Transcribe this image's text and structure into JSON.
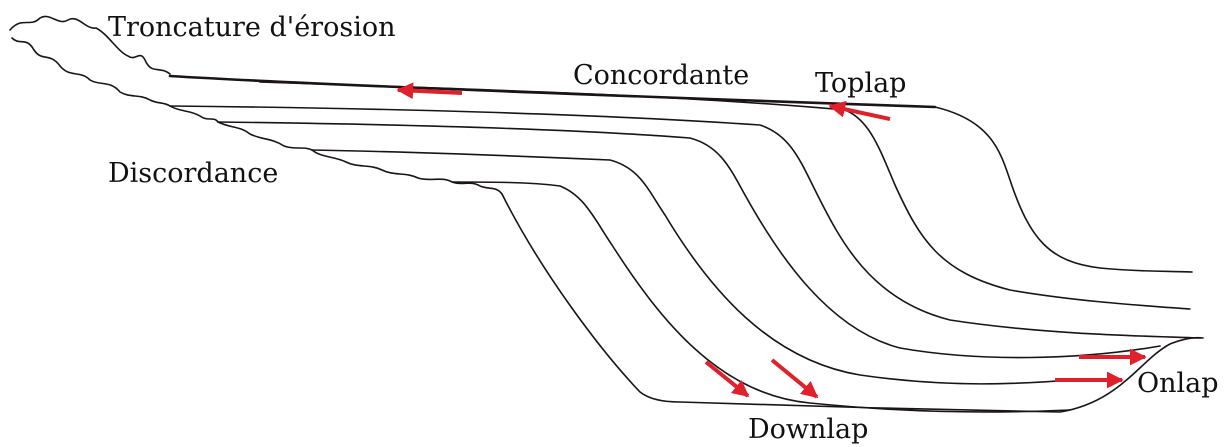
{
  "labels": {
    "erosion": "Troncature d'érosion",
    "concordant": "Concordante",
    "toplap": "Toplap",
    "discordance": "Discordance",
    "onlap": "Onlap",
    "downlap": "Downlap"
  },
  "colors": {
    "line": "#1a1418",
    "arrow": "#e0202a",
    "text": "#111111",
    "background": "#ffffff"
  }
}
